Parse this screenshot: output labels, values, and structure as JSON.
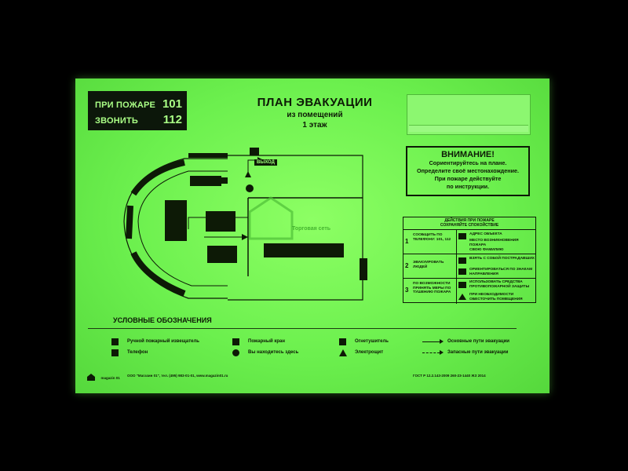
{
  "fire_box": {
    "line1": "ПРИ ПОЖАРЕ",
    "num1": "101",
    "line2": "ЗВОНИТЬ",
    "num2": "112"
  },
  "title": {
    "main": "ПЛАН ЭВАКУАЦИИ",
    "sub": "из помещений",
    "floor": "1 этаж"
  },
  "plan": {
    "exit_label": "ВЫХОД",
    "watermark": "Торговая сеть"
  },
  "warning": {
    "heading": "ВНИМАНИЕ!",
    "lines": [
      "Сориентируйтесь на плане.",
      "Определите своё местонахождение.",
      "При пожаре действуйте",
      "по инструкции."
    ]
  },
  "actions": {
    "header_line1": "ДЕЙСТВИЯ ПРИ ПОЖАРЕ",
    "header_line2": "СОХРАНЯЙТЕ СПОКОЙСТВИЕ",
    "rows": [
      {
        "num": "1",
        "text": "СООБЩИТЬ ПО ТЕЛЕФОНУ: 101, 112",
        "items": [
          "АДРЕС ОБЪЕКТА",
          "МЕСТО ВОЗНИКНОВЕНИЯ ПОЖАРА",
          "СВОЮ ФАМИЛИЮ"
        ]
      },
      {
        "num": "2",
        "text": "ЭВАКУИРОВАТЬ ЛЮДЕЙ",
        "items": [
          "ВЗЯТЬ С СОБОЙ ПОСТРАДАВШИХ",
          "ОРИЕНТИРОВАТЬСЯ ПО ЗНАКАМ НАПРАВЛЕНИЯ"
        ]
      },
      {
        "num": "3",
        "text": "ПО ВОЗМОЖНОСТИ ПРИНЯТЬ МЕРЫ ПО ТУШЕНИЮ ПОЖАРА",
        "items": [
          "ИСПОЛЬЗОВАТЬ СРЕДСТВА ПРОТИВОПОЖАРНОЙ ЗАЩИТЫ",
          "ПРИ НЕОБХОДИМОСТИ ОБЕСТОЧИТЬ ПОМЕЩЕНИЯ"
        ]
      }
    ]
  },
  "legend": {
    "title": "УСЛОВНЫЕ ОБОЗНАЧЕНИЯ",
    "items": [
      "Ручной пожарный извещатель",
      "Телефон",
      "Пожарный кран",
      "Вы находитесь здесь",
      "Огнетушитель",
      "Электрощит",
      "Основные пути эвакуации",
      "Запасные пути эвакуации"
    ]
  },
  "footer": {
    "logo_text": "magazin 01",
    "company": "ООО \"Магазин 01\", тел. (495) 983-01-01, www.magazin01.ru",
    "standard": "ГОСТ Р 12.2.143-2009  260-23-1440 ЖЗ 2014"
  },
  "colors": {
    "background": "#000000",
    "sheet": "#6cf04e",
    "ink": "#0d1a06",
    "fire_box_text": "#aaff86"
  }
}
